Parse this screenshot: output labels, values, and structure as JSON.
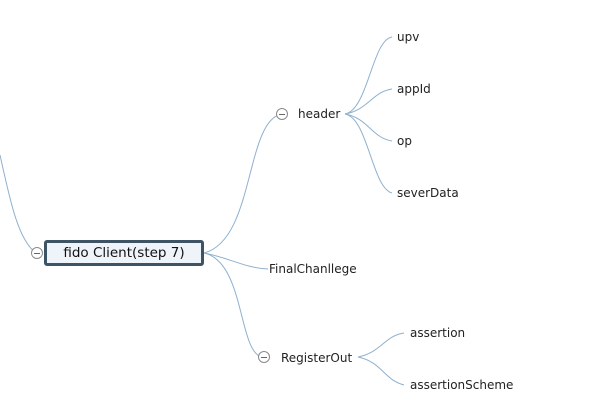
{
  "root": {
    "label": "fido Client(step 7)"
  },
  "branches": {
    "header": {
      "label": "header",
      "children": [
        "upv",
        "appId",
        "op",
        "severData"
      ]
    },
    "final": {
      "label": "FinalChanllege"
    },
    "register": {
      "label": "RegisterOut",
      "children": [
        "assertion",
        "assertionScheme"
      ]
    }
  },
  "colors": {
    "connector": "#8fb1cf",
    "root_border": "#3e5363",
    "root_fill": "#eef4f9"
  }
}
